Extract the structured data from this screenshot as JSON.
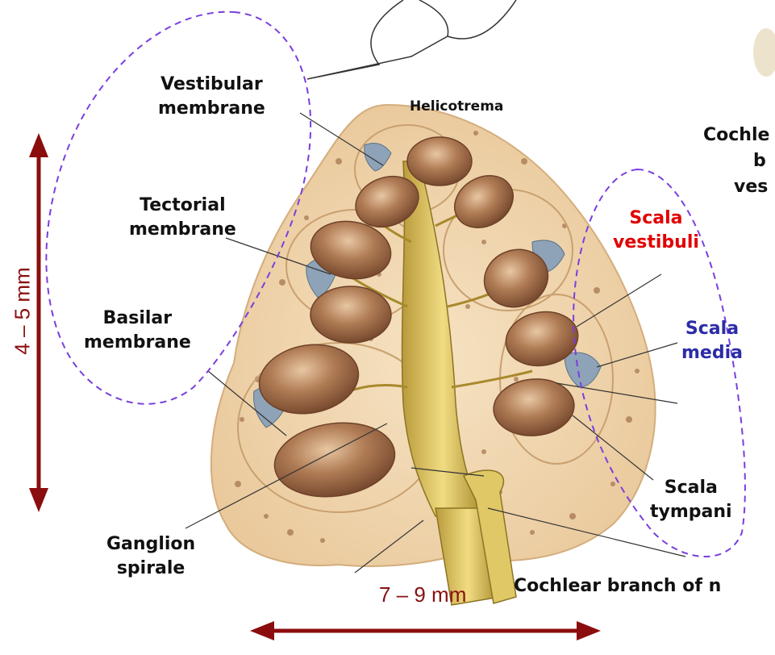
{
  "colors": {
    "bone": "#f0d6ae",
    "bone_dark": "#c99a68",
    "chamber": "#8a5a3c",
    "chamber_light": "#e6c09a",
    "membrane_blue": "#8ea3b8",
    "nerve": "#d9c05a",
    "dimension_arrow": "#8b0d0d",
    "dashed_outline": "#7a3ee0",
    "scala_vestibuli": "#e10000",
    "scala_media": "#2c2ca8",
    "text": "#111111"
  },
  "labels": {
    "vestibular": [
      "Vestibular",
      "membrane"
    ],
    "helicotrema": "Helicotrema",
    "tectorial": [
      "Tectorial",
      "membrane"
    ],
    "basilar": [
      "Basilar",
      "membrane"
    ],
    "ganglion": [
      "Ganglion",
      "spirale"
    ],
    "scala_vestibuli": [
      "Scala",
      "vestibuli"
    ],
    "scala_media": [
      "Scala",
      "media"
    ],
    "scala_tympani": [
      "Scala",
      "tympani"
    ],
    "cochlea_partial": [
      "Cochle",
      "b",
      "ves"
    ],
    "cochlear_branch": "Cochlear branch of n"
  },
  "dimensions": {
    "height": "4 – 5 mm",
    "width": "7 – 9 mm"
  }
}
